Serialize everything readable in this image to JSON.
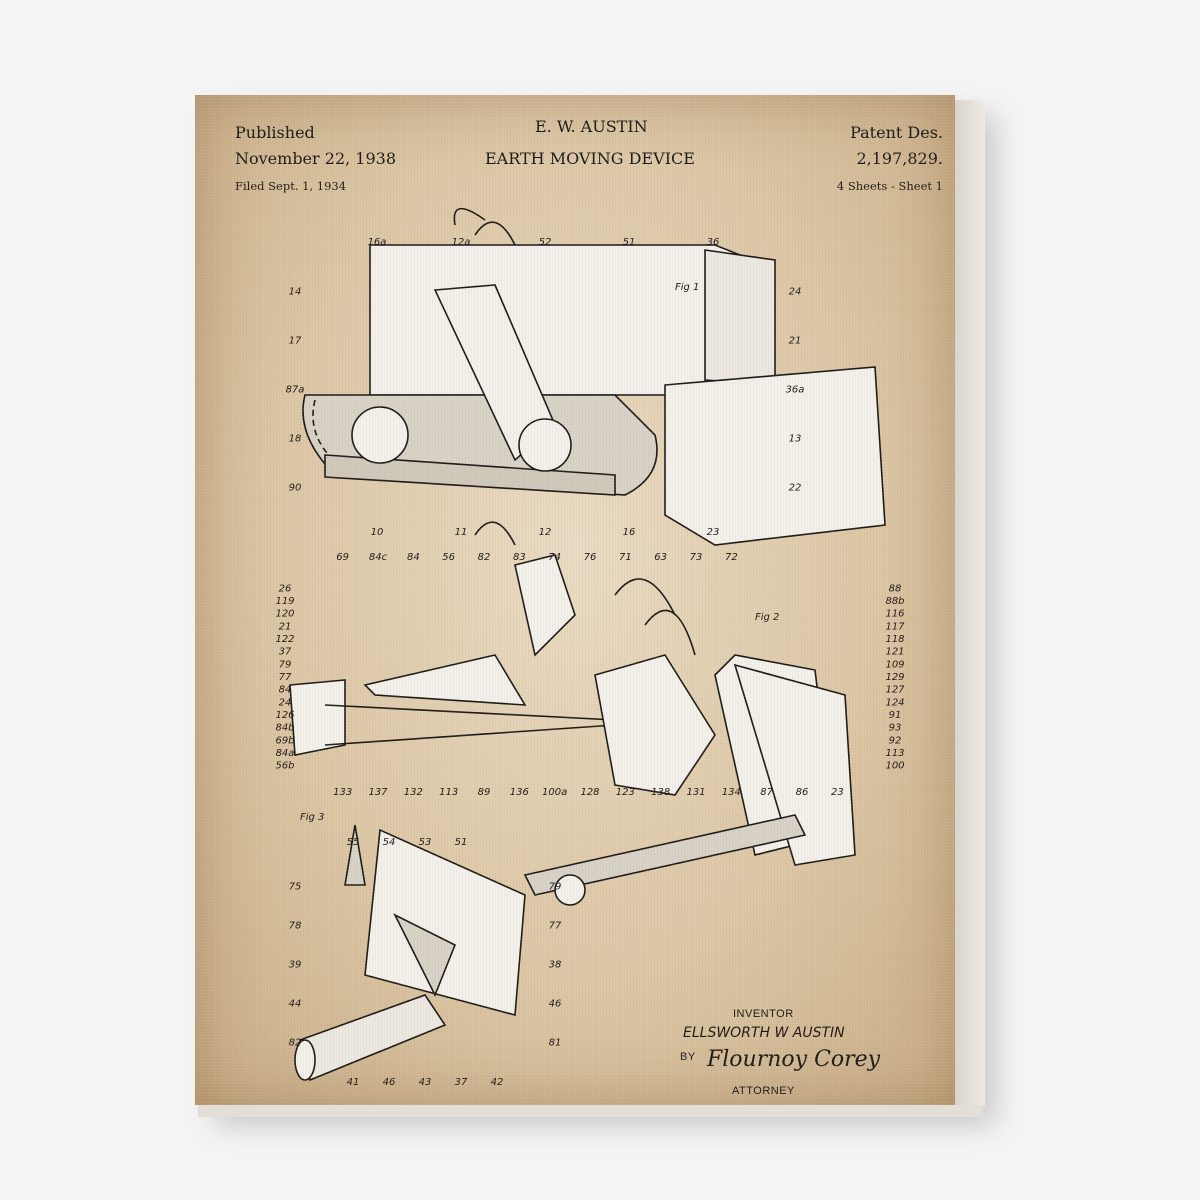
{
  "header": {
    "published_label": "Published",
    "published_date": "November 22, 1938",
    "filed": "Filed Sept. 1, 1934",
    "inventor_short": "E. W. AUSTIN",
    "title": "EARTH MOVING DEVICE",
    "patent_label": "Patent Des.",
    "patent_number": "2,197,829.",
    "sheets": "4 Sheets - Sheet 1"
  },
  "figures": {
    "fig1": "Fig 1",
    "fig2": "Fig 2",
    "fig3": "Fig 3"
  },
  "part_labels": {
    "fig1": [
      "10",
      "11",
      "12",
      "16",
      "23",
      "24",
      "21",
      "36a",
      "13",
      "22",
      "14",
      "17",
      "87a",
      "18",
      "90",
      "16a",
      "12a",
      "52",
      "51",
      "36"
    ],
    "fig2": [
      "133",
      "137",
      "132",
      "113",
      "89",
      "136",
      "100a",
      "128",
      "123",
      "138",
      "131",
      "134",
      "87",
      "86",
      "23",
      "88",
      "88b",
      "116",
      "117",
      "118",
      "121",
      "109",
      "129",
      "127",
      "124",
      "91",
      "93",
      "92",
      "113",
      "100",
      "26",
      "119",
      "120",
      "21",
      "122",
      "37",
      "79",
      "77",
      "84",
      "24",
      "126",
      "84b",
      "69b",
      "84a",
      "56b",
      "69",
      "84c",
      "84",
      "56",
      "82",
      "83",
      "74",
      "76",
      "71",
      "63",
      "73",
      "72"
    ],
    "fig3": [
      "41",
      "46",
      "43",
      "37",
      "42",
      "79",
      "77",
      "38",
      "46",
      "81",
      "75",
      "78",
      "39",
      "44",
      "82",
      "55",
      "54",
      "53",
      "51"
    ]
  },
  "signature": {
    "inventor_label": "INVENTOR",
    "inventor_name": "ELLSWORTH W AUSTIN",
    "by_label": "BY",
    "attorney_signature": "Flournoy Corey",
    "attorney_label": "ATTORNEY"
  }
}
